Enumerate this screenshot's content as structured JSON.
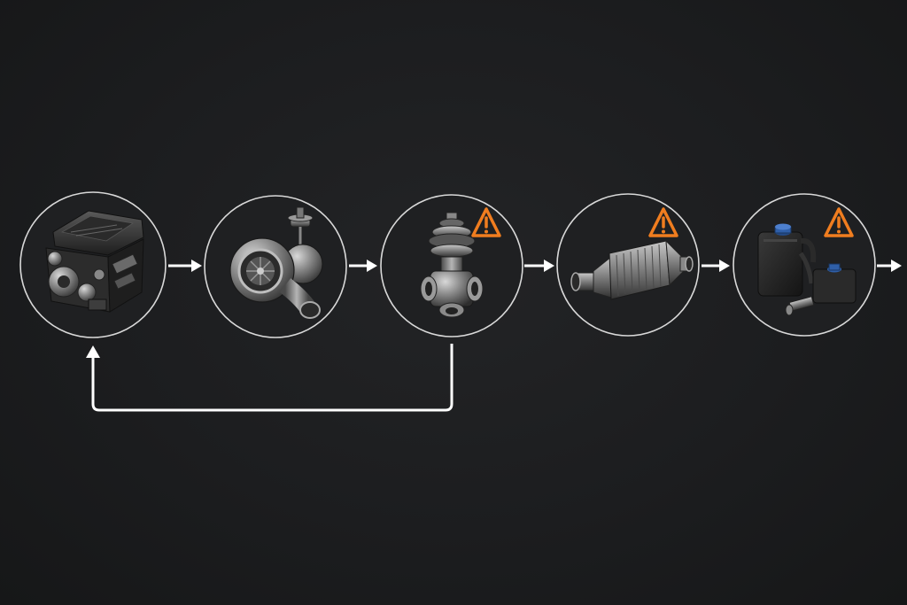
{
  "colors": {
    "background": "#1c1d1f",
    "ring": "#d9d9d9",
    "arrow": "#ffffff",
    "warning": "#f07d1f",
    "metal_light": "#bcbcbc",
    "metal_dark": "#3a3a3a",
    "tank": "#1b1b1b",
    "cap_blue": "#2f5fa8"
  },
  "nodes": [
    {
      "id": "engine",
      "icon": "engine-block-icon",
      "warning": false
    },
    {
      "id": "turbo",
      "icon": "turbocharger-icon",
      "warning": false
    },
    {
      "id": "egr",
      "icon": "egr-valve-icon",
      "warning": true
    },
    {
      "id": "catalyst",
      "icon": "catalytic-converter-icon",
      "warning": true
    },
    {
      "id": "scr",
      "icon": "def-tank-icon",
      "warning": true
    }
  ],
  "warning_icon": "warning-triangle-icon",
  "connections": [
    {
      "from": "engine",
      "to": "turbo"
    },
    {
      "from": "turbo",
      "to": "egr"
    },
    {
      "from": "egr",
      "to": "catalyst"
    },
    {
      "from": "catalyst",
      "to": "scr"
    },
    {
      "from": "scr",
      "to": "outlet"
    },
    {
      "from": "egr",
      "to": "engine",
      "type": "recirculation"
    }
  ]
}
